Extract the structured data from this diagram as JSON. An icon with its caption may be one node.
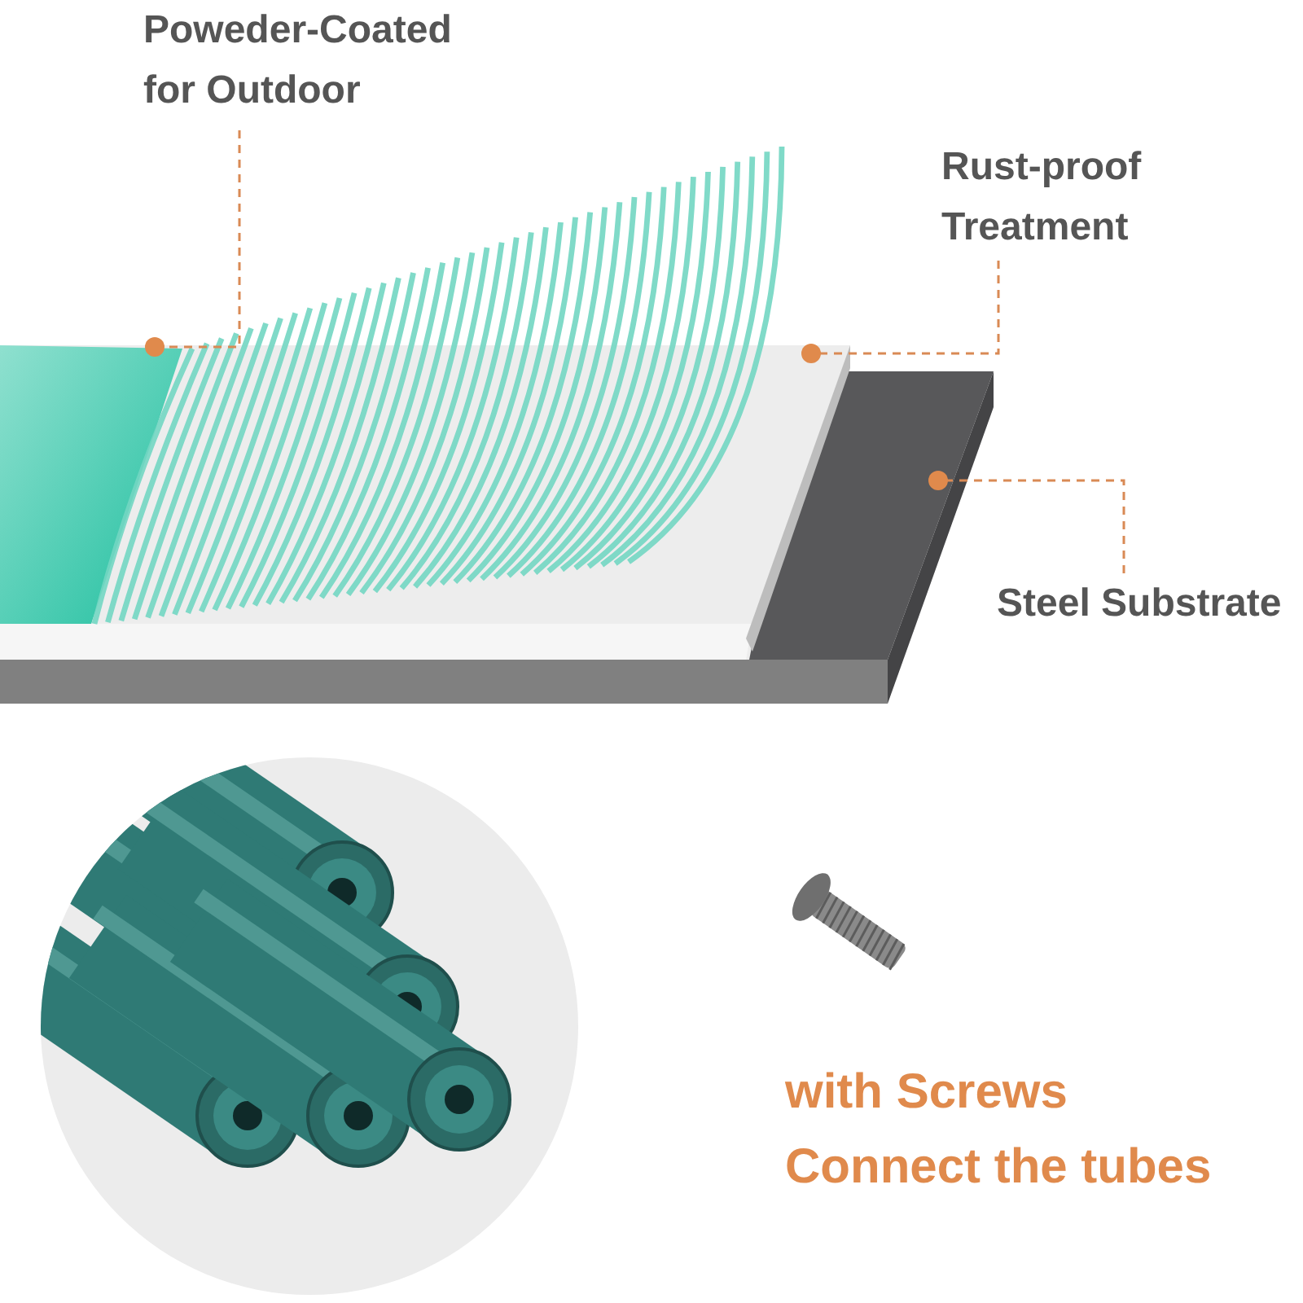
{
  "diagram": {
    "nodes": [
      {
        "text": [
          "Poweder-Coated for Outdoor"
        ]
      },
      {
        "text": [
          "Rust-proof Treatment"
        ]
      },
      {
        "text": [
          "Steel Substrate"
        ]
      },
      {
        "text": [],
        "shape": "picture"
      },
      {
        "text": [],
        "shape": "picture"
      },
      {
        "text": [],
        "shape": "picture"
      }
    ],
    "edges": [
      {
        "from": 0,
        "to": 3,
        "arrow": "other"
      },
      {
        "from": 1,
        "to": 4,
        "arrow": "other"
      },
      {
        "from": 2,
        "to": 5,
        "arrow": "other"
      }
    ],
    "labels": [
      "with Screws Connect the tubes"
    ]
  }
}
